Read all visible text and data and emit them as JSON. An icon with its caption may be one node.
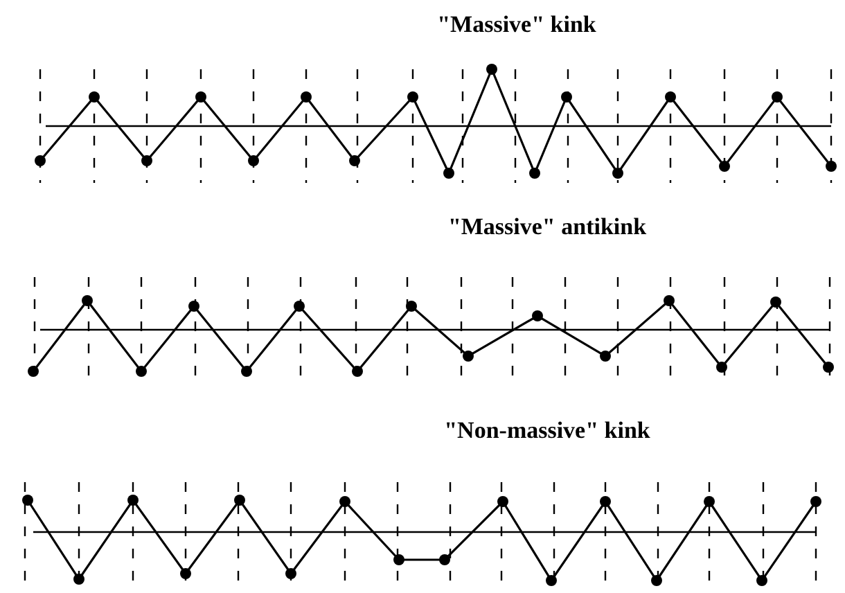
{
  "diagram": {
    "labels": [
      "\"Massive\" kink",
      "\"Massive\" antikink",
      "\"Non-massive\" kink"
    ]
  }
}
